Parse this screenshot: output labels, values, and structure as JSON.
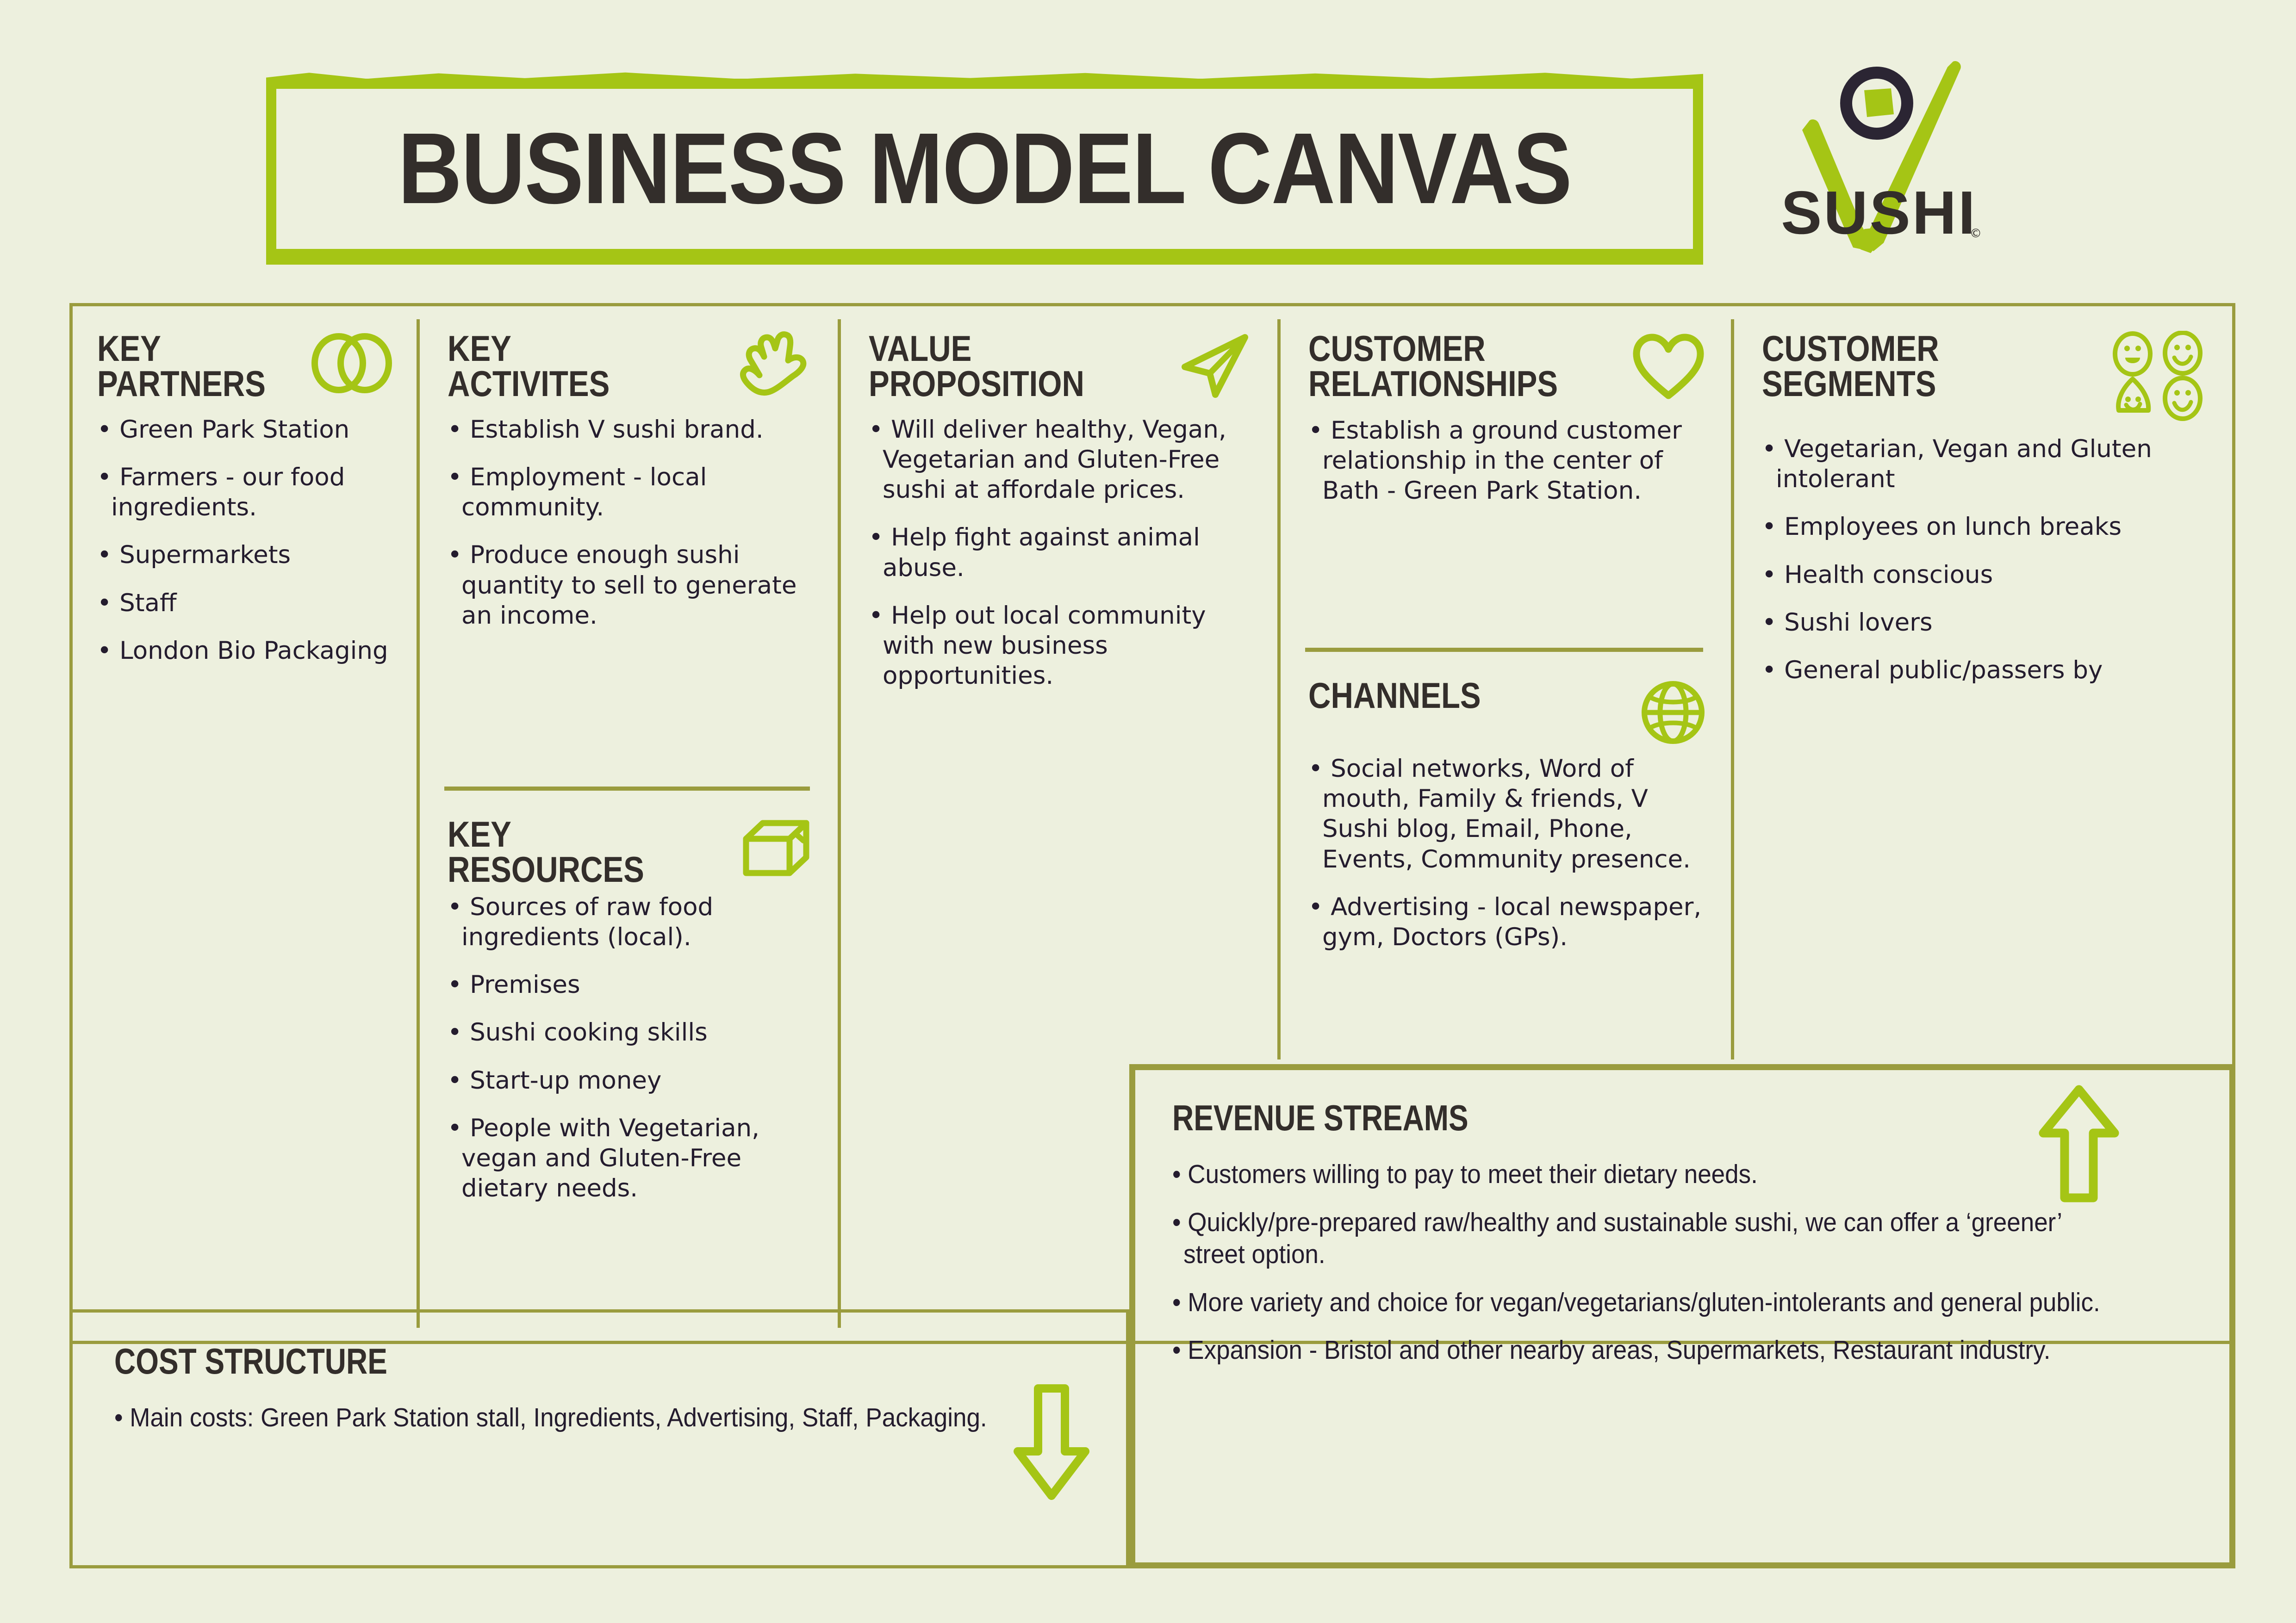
{
  "header": {
    "title": "BUSINESS MODEL CANVAS",
    "logo_word": "SUSHI",
    "logo_mark": "v-sushi-logo",
    "accent_green": "#A5C515",
    "olive_green": "#9A9C3E",
    "background": "#EDF0DE",
    "text_dark": "#332E2B"
  },
  "sections": {
    "key_partners": {
      "title": "KEY\nPARTNERS",
      "icon": "two-overlapping-circles-icon",
      "items": [
        "Green Park Station",
        "Farmers - our food ingredients.",
        "Supermarkets",
        "Staff",
        "London Bio Packaging"
      ]
    },
    "key_activities": {
      "title": "KEY\nACTIVITES",
      "icon": "open-hand-icon",
      "items": [
        "Establish V sushi brand.",
        "Employment - local community.",
        "Produce enough sushi quantity to sell to generate an income."
      ]
    },
    "key_resources": {
      "title": "KEY RESOURCES",
      "icon": "box-icon",
      "items": [
        "Sources of raw food ingredients (local).",
        "Premises",
        "Sushi cooking skills",
        "Start-up money",
        "People with Vegetarian, vegan and Gluten-Free dietary needs."
      ]
    },
    "value_proposition": {
      "title": "VALUE\nPROPOSITION",
      "icon": "paper-plane-icon",
      "items": [
        "Will deliver healthy, Vegan, Vegetarian and Gluten-Free sushi at affordale prices.",
        "Help fight against animal abuse.",
        "Help out local community with new business opportunities."
      ]
    },
    "customer_relationships": {
      "title": "CUSTOMER\nRELATIONSHIPS",
      "icon": "heart-icon",
      "items": [
        "Establish a ground customer relationship in the center of Bath - Green Park Station."
      ]
    },
    "channels": {
      "title": "CHANNELS",
      "icon": "globe-icon",
      "items": [
        "Social networks, Word of mouth, Family & friends, V Sushi blog, Email, Phone, Events, Community presence.",
        "Advertising - local newspaper, gym, Doctors (GPs)."
      ]
    },
    "customer_segments": {
      "title": "CUSTOMER\nSEGMENTS",
      "icon": "four-smiley-faces-icon",
      "items": [
        "Vegetarian, Vegan and Gluten intolerant",
        "Employees on lunch breaks",
        "Health conscious",
        "Sushi lovers",
        "General public/passers by"
      ]
    },
    "cost_structure": {
      "title": "COST STRUCTURE",
      "icon": "down-arrow-icon",
      "items": [
        "Main costs: Green Park Station stall, Ingredients, Advertising, Staff, Packaging."
      ]
    },
    "revenue_streams": {
      "title": "REVENUE STREAMS",
      "icon": "up-arrow-icon",
      "items": [
        "Customers willing to pay to meet their dietary needs.",
        "Quickly/pre-prepared raw/healthy and sustainable sushi, we can offer a ‘greener’ street option.",
        "More variety and choice for vegan/vegetarians/gluten-intolerants and general public.",
        "Expansion - Bristol and other nearby areas, Supermarkets, Restaurant industry."
      ]
    }
  }
}
